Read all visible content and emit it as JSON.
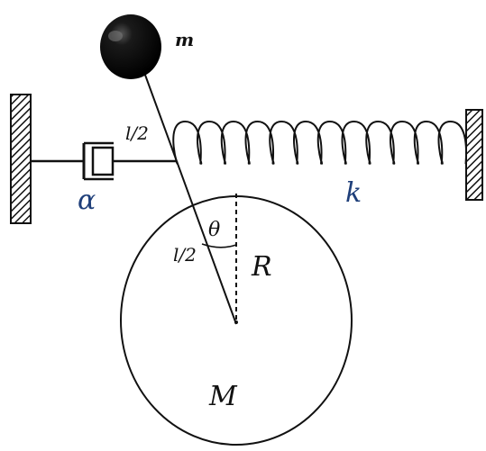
{
  "labels": {
    "mass_small": "m",
    "length_upper": "l/2",
    "length_lower": "l/2",
    "damper": "α",
    "spring": "k",
    "angle": "θ",
    "radius": "R",
    "mass_large": "M"
  }
}
